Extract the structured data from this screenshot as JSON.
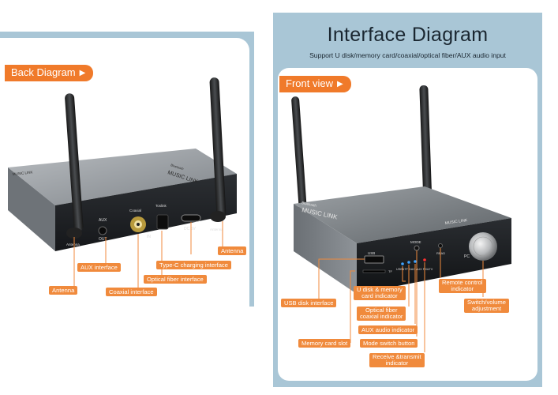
{
  "back": {
    "tag": "Back Diagram",
    "device": {
      "aux_label": "AUX",
      "out_label": "OUT",
      "coaxial_label": "Coaxial",
      "toslink_label": "Toslink",
      "in_label": "IN",
      "dc_label": "DC 5V",
      "antenna_left_label": "Antenna",
      "antenna_right_label": "Antenna",
      "brand": "MUSIC LINK",
      "brand_small": "Bluetooth",
      "brand_side": "MUSIC LINK"
    },
    "callouts": {
      "antenna_right": "Antenna",
      "type_c": "Type-C charging interface",
      "aux": "AUX interface",
      "optical": "Optical fiber interface",
      "antenna_left": "Antenna",
      "coaxial": "Coaxial interface"
    }
  },
  "front": {
    "title": "Interface Diagram",
    "subtitle": "Support U disk/memory card/coaxial/optical fiber/AUX audio input",
    "tag": "Front view",
    "device": {
      "brand": "MUSIC LINK",
      "brand_small": "Bluetooth",
      "brand_side": "MUSIC LINK",
      "usb_label": "USB",
      "tf_label": "TF",
      "mode_label": "MODE",
      "read_label": "READ",
      "led_labels": "USB&TF DAC AUX RX&TX",
      "knob_label": "PC"
    },
    "callouts": {
      "usb": "USB disk interface",
      "udisk_line1": "U disk & memory",
      "udisk_line2": "card indicator",
      "optical_line1": "Optical fiber",
      "optical_line2": "coaxial indicator",
      "aux_ind": "AUX audio indicator",
      "memory_slot": "Memory card slot",
      "mode_btn": "Mode switch button",
      "rxtx_line1": "Receive &transmit",
      "rxtx_line2": "indicator",
      "remote_line1": "Remote control",
      "remote_line2": "indicator",
      "switch_line1": "Switch/volume",
      "switch_line2": "adjustment"
    }
  },
  "colors": {
    "panel": "#a9c6d6",
    "accent": "#f07a2a",
    "device_body": "#8a8f94"
  }
}
